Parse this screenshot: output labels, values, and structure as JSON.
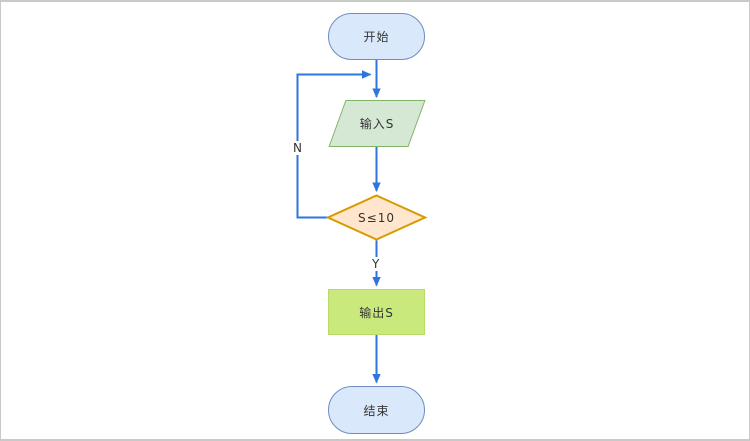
{
  "diagram": {
    "type": "flowchart",
    "nodes": [
      {
        "id": "start",
        "shape": "terminator",
        "label": "开始"
      },
      {
        "id": "input",
        "shape": "parallelogram",
        "label": "输入S"
      },
      {
        "id": "decision",
        "shape": "diamond",
        "label": "S≤10"
      },
      {
        "id": "output",
        "shape": "process",
        "label": "输出S"
      },
      {
        "id": "end",
        "shape": "terminator",
        "label": "结束"
      }
    ],
    "edge_labels": {
      "no": "N",
      "yes": "Y"
    },
    "colors": {
      "background": "#ffffff",
      "frame-border": "#c9c9c9",
      "line": "#2e75e2",
      "text": "#333333",
      "terminator-fill": "#dae8fc",
      "terminator-border": "#6c8ebf",
      "io-fill": "#d5e8d4",
      "io-border": "#82b366",
      "decision-fill": "#ffe6cc",
      "decision-border": "#d79b00",
      "process-fill": "#cae97c",
      "process-border": "#bada66"
    }
  }
}
